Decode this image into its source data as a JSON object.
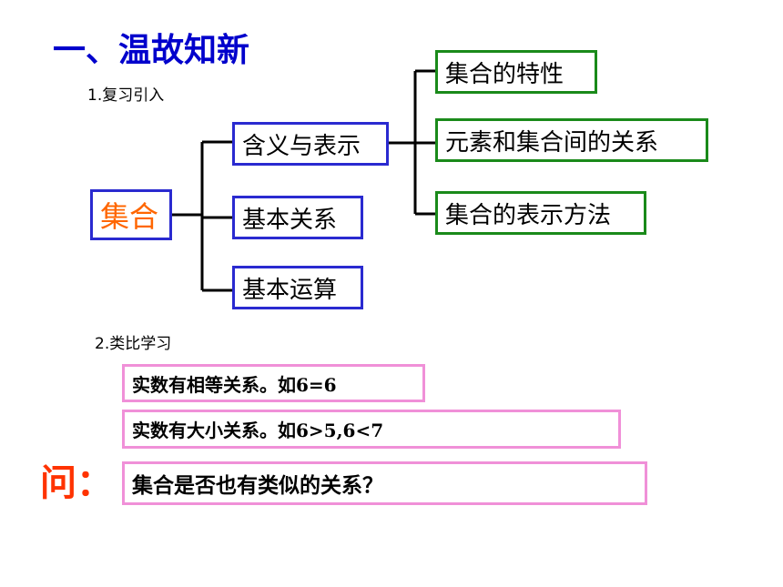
{
  "title": "一、温故知新",
  "section1": {
    "label": "1.复习引入",
    "root": "集合",
    "level1": [
      "含义与表示",
      "基本关系",
      "基本运算"
    ],
    "level2": [
      "集合的特性",
      "元素和集合间的关系",
      "集合的表示方法"
    ]
  },
  "section2": {
    "label": "2.类比学习",
    "analogies": [
      "实数有相等关系。如6=6",
      "实数有大小关系。如6>5,6<7"
    ]
  },
  "question": {
    "label": "问：",
    "text": "集合是否也有类似的关系？"
  },
  "colors": {
    "title": "#0000cc",
    "blue_border": "#2a2ad0",
    "green_border": "#1a8a1a",
    "pink_border": "#f090d8",
    "root_text": "#ff6600",
    "question_label": "#ff3300"
  }
}
